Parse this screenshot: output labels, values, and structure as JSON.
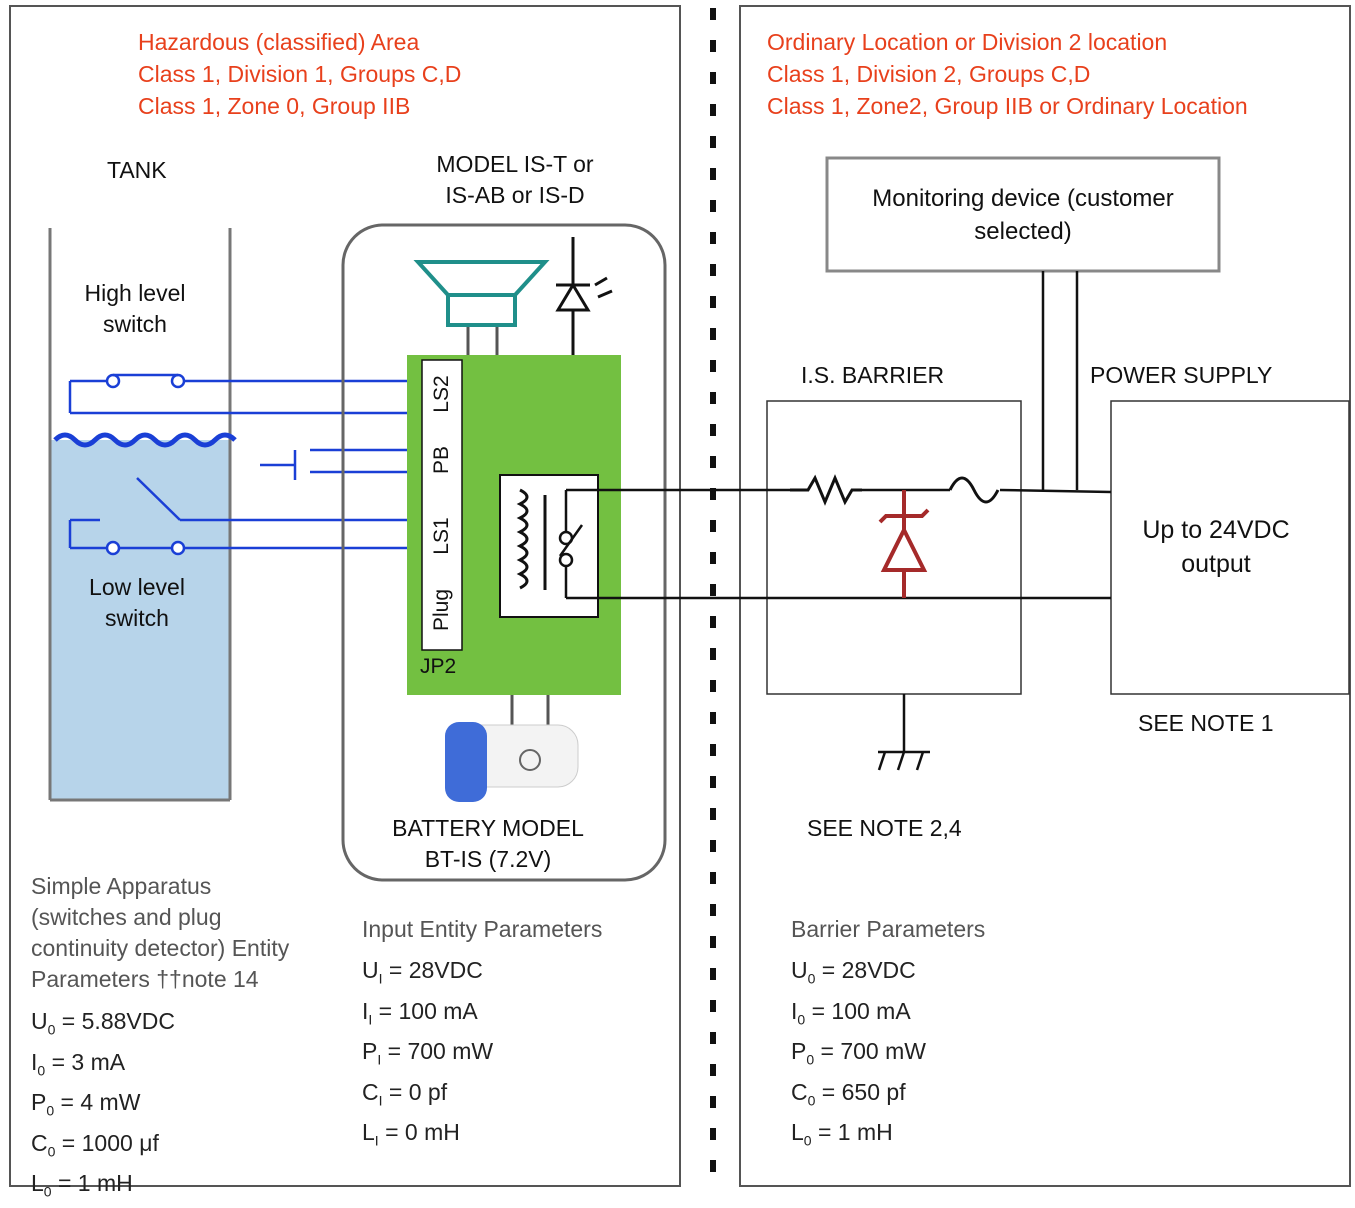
{
  "hazardous_area": {
    "line1": "Hazardous (classified) Area",
    "line2": "Class 1, Division 1, Groups C,D",
    "line3": "Class 1, Zone 0, Group IIB"
  },
  "ordinary_location": {
    "line1": "Ordinary Location or Division 2 location",
    "line2": "Class 1, Division 2, Groups C,D",
    "line3": "Class 1, Zone2, Group IIB or Ordinary Location"
  },
  "tank": {
    "label": "TANK",
    "high_switch_1": "High level",
    "high_switch_2": "switch",
    "low_switch_1": "Low level",
    "low_switch_2": "switch"
  },
  "model": {
    "line1": "MODEL IS-T or",
    "line2": "IS-AB or IS-D",
    "jp_labels": [
      "LS2",
      "PB",
      "LS1",
      "Plug"
    ],
    "jp2": "JP2"
  },
  "battery": {
    "line1": "BATTERY MODEL",
    "line2": "BT-IS (7.2V)"
  },
  "monitoring": {
    "line1": "Monitoring device (customer",
    "line2": "selected)"
  },
  "barrier": {
    "label": "I.S. BARRIER",
    "note": "SEE NOTE 2,4"
  },
  "power_supply": {
    "label": "POWER SUPPLY",
    "output1": "Up to 24VDC",
    "output2": "output",
    "note": "SEE NOTE 1"
  },
  "simple_apparatus": {
    "title_lines": [
      "Simple Apparatus",
      "(switches and plug",
      "continuity detector) Entity",
      "Parameters  ††note 14"
    ],
    "params": [
      {
        "sym": "U",
        "sub": "0",
        "val": " = 5.88VDC"
      },
      {
        "sym": "I",
        "sub": "0",
        "val": " = 3 mA"
      },
      {
        "sym": "P",
        "sub": "0",
        "val": " = 4 mW"
      },
      {
        "sym": "C",
        "sub": "0",
        "val": " = 1000 μf"
      },
      {
        "sym": "L",
        "sub": "0",
        "val": " = 1 mH"
      }
    ]
  },
  "input_entity": {
    "title": "Input Entity Parameters",
    "params": [
      {
        "sym": "U",
        "sub": "I",
        "val": " = 28VDC"
      },
      {
        "sym": "I",
        "sub": "I",
        "val": " = 100 mA"
      },
      {
        "sym": "P",
        "sub": "I",
        "val": " = 700 mW"
      },
      {
        "sym": "C",
        "sub": "I",
        "val": " = 0 pf"
      },
      {
        "sym": "L",
        "sub": "I",
        "val": " = 0 mH"
      }
    ]
  },
  "barrier_params": {
    "title": "Barrier Parameters",
    "params": [
      {
        "sym": "U",
        "sub": "0",
        "val": " = 28VDC"
      },
      {
        "sym": "I",
        "sub": "0",
        "val": " = 100 mA"
      },
      {
        "sym": "P",
        "sub": "0",
        "val": " = 700 mW"
      },
      {
        "sym": "C",
        "sub": "0",
        "val": " = 650 pf"
      },
      {
        "sym": "L",
        "sub": "0",
        "val": " = 1 mH"
      }
    ]
  },
  "colors": {
    "hazard_text": "#e8401c",
    "wire_blue": "#1a3fd6",
    "board_green": "#73c041",
    "speaker_teal": "#1f8f8a",
    "zener_red": "#a52a2a",
    "tank_water": "#b7d4ea"
  }
}
